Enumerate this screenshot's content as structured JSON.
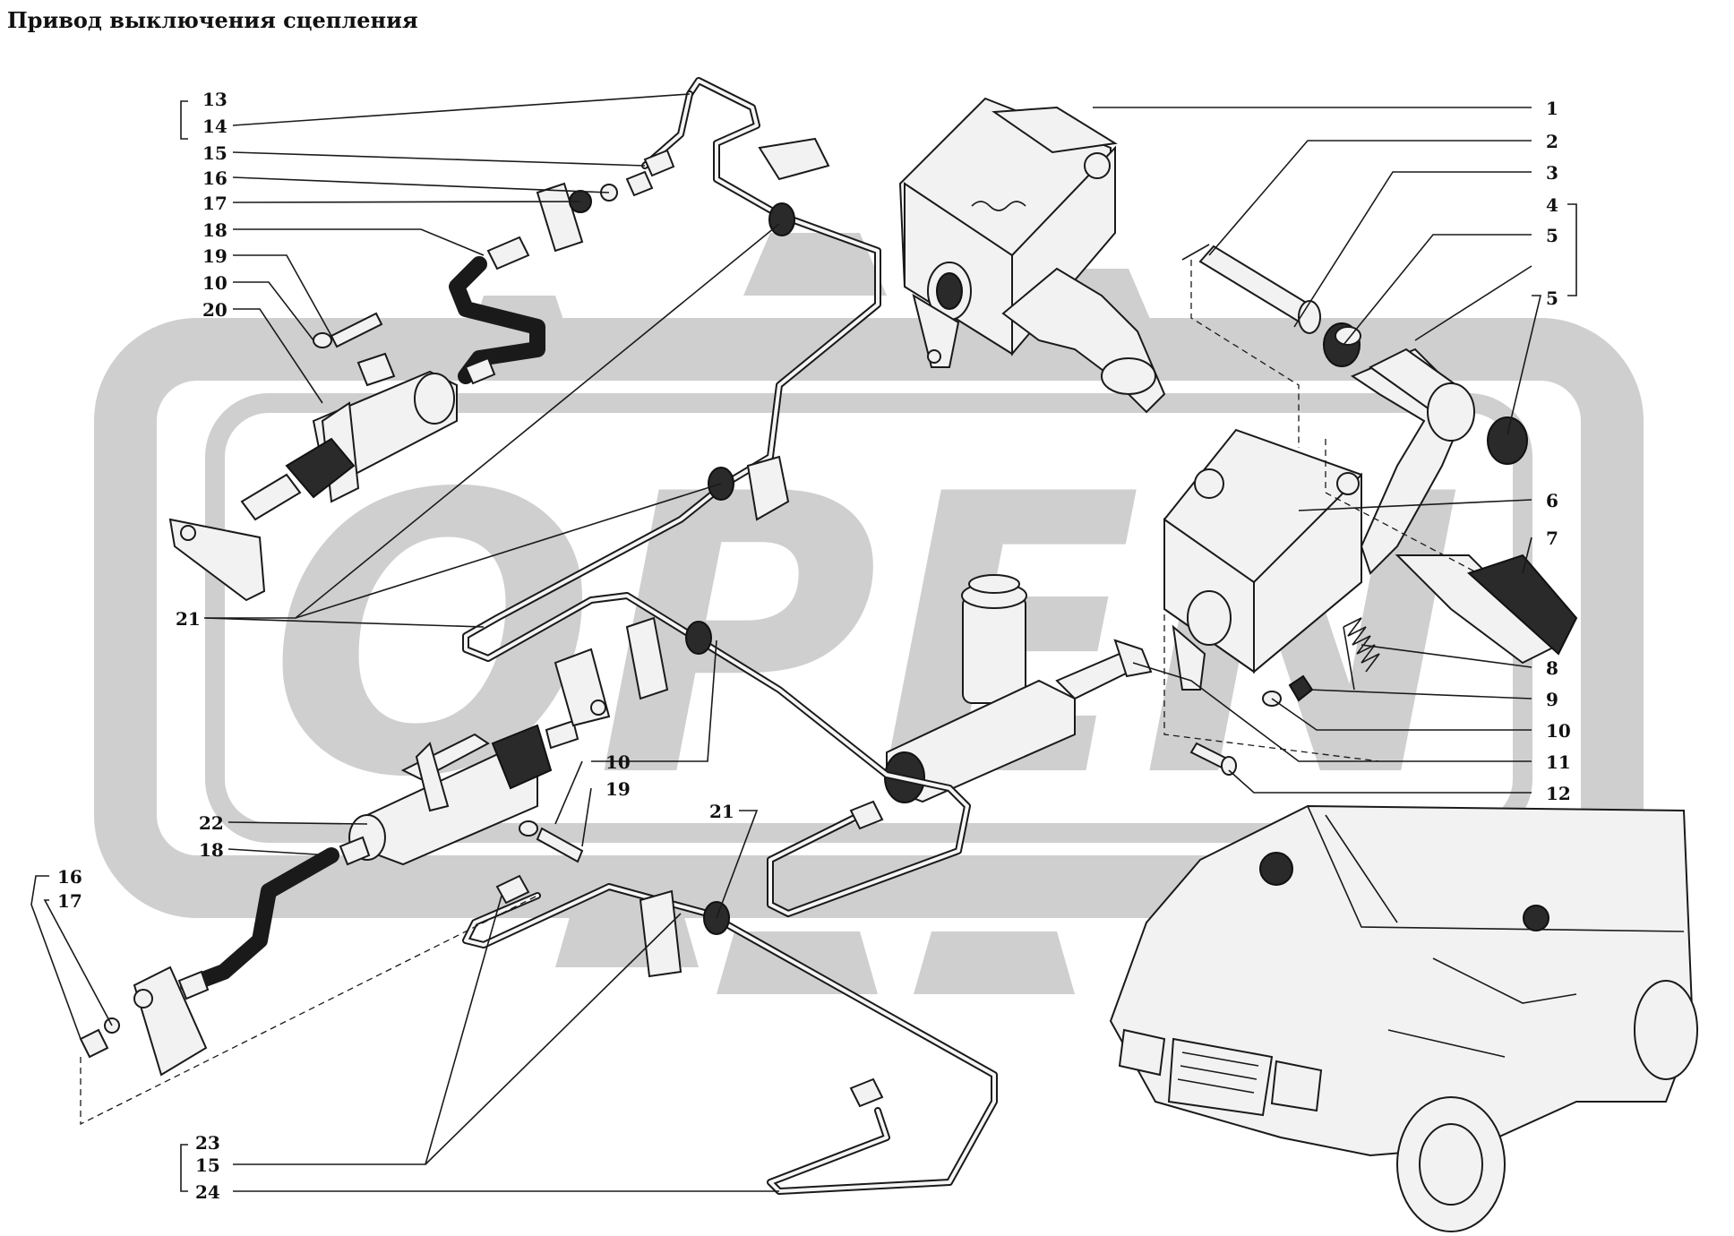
{
  "title": "Привод выключения сцепления",
  "watermark": "OPEN",
  "colors": {
    "ink": "#1a1a1a",
    "watermark": "#cfcfcf",
    "background": "#ffffff"
  },
  "callouts": {
    "right": [
      "1",
      "2",
      "3",
      "4",
      "5",
      "5",
      "6",
      "7",
      "8",
      "9",
      "10",
      "11",
      "12"
    ],
    "left_top": [
      "13",
      "14",
      "15",
      "16",
      "17",
      "18",
      "19",
      "10",
      "20"
    ],
    "middle": [
      "21",
      "10",
      "19",
      "22",
      "18",
      "21"
    ],
    "left_bottom": [
      "16",
      "17"
    ],
    "bottom": [
      "23",
      "15",
      "24"
    ]
  }
}
